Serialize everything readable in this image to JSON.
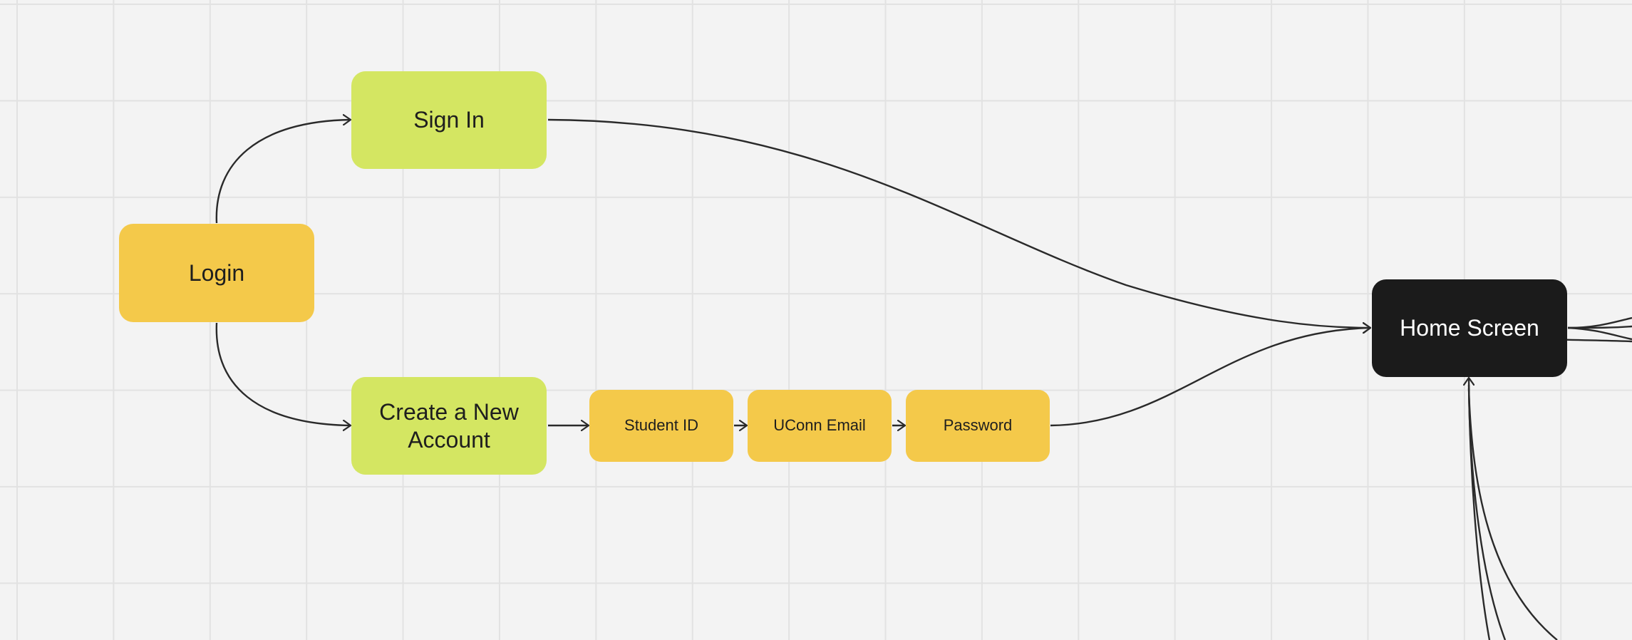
{
  "diagram": {
    "nodes": [
      {
        "id": "login",
        "label": "Login"
      },
      {
        "id": "sign_in",
        "label": "Sign In"
      },
      {
        "id": "create_account",
        "label": "Create a New Account"
      },
      {
        "id": "student_id",
        "label": "Student ID"
      },
      {
        "id": "uconn_email",
        "label": "UConn Email"
      },
      {
        "id": "password",
        "label": "Password"
      },
      {
        "id": "home_screen",
        "label": "Home Screen"
      }
    ],
    "edges": [
      {
        "from": "login",
        "to": "sign_in"
      },
      {
        "from": "login",
        "to": "create_account"
      },
      {
        "from": "create_account",
        "to": "student_id"
      },
      {
        "from": "student_id",
        "to": "uconn_email"
      },
      {
        "from": "uconn_email",
        "to": "password"
      },
      {
        "from": "sign_in",
        "to": "home_screen"
      },
      {
        "from": "password",
        "to": "home_screen"
      }
    ],
    "colors": {
      "yellow": "#f4c94a",
      "lime": "#d4e662",
      "dark": "#1b1b1b",
      "connector": "#2a2a2a",
      "grid": "#e2e2e2",
      "background": "#f3f3f3"
    }
  }
}
